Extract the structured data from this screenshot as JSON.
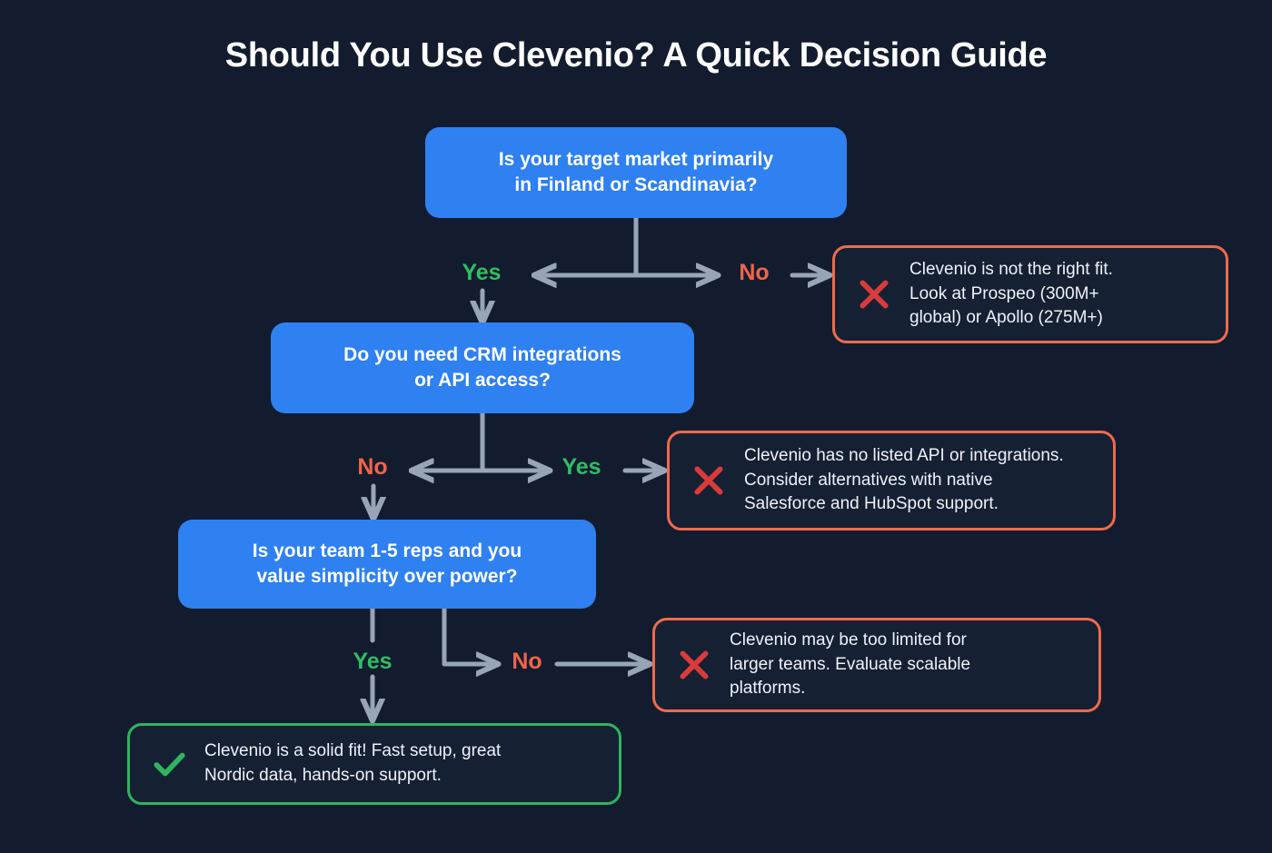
{
  "title": "Should You Use Clevenio? A Quick Decision Guide",
  "colors": {
    "background": "#131c2e",
    "decision_blue": "#2f80f0",
    "negative_border": "#ef6a4c",
    "negative_icon": "#d93b3b",
    "positive_border": "#2fb45f",
    "positive_icon": "#2fb45f",
    "yes_label": "#2fbe63",
    "no_label": "#f06449",
    "connector": "#97a5b7",
    "text": "#ffffff"
  },
  "flow": {
    "decisions": [
      {
        "id": "decision-1",
        "text": "Is your target market primarily\nin Finland or Scandinavia?",
        "branches": [
          {
            "label": "Yes",
            "type": "yes",
            "leads_to": "decision-2"
          },
          {
            "label": "No",
            "type": "no",
            "leads_to": "outcome-1"
          }
        ]
      },
      {
        "id": "decision-2",
        "text": "Do you need CRM integrations\nor API access?",
        "branches": [
          {
            "label": "No",
            "type": "no",
            "leads_to": "decision-3"
          },
          {
            "label": "Yes",
            "type": "yes",
            "leads_to": "outcome-2"
          }
        ]
      },
      {
        "id": "decision-3",
        "text": "Is your team 1-5 reps and you\nvalue simplicity over power?",
        "branches": [
          {
            "label": "Yes",
            "type": "yes",
            "leads_to": "outcome-4"
          },
          {
            "label": "No",
            "type": "no",
            "leads_to": "outcome-3"
          }
        ]
      }
    ],
    "outcomes": [
      {
        "id": "outcome-1",
        "verdict": "negative",
        "icon": "cross-icon",
        "text": "Clevenio is not the right fit.\nLook at Prospeo (300M+\nglobal) or Apollo (275M+)"
      },
      {
        "id": "outcome-2",
        "verdict": "negative",
        "icon": "cross-icon",
        "text": "Clevenio has no listed API or integrations.\nConsider alternatives with native\nSalesforce and HubSpot support."
      },
      {
        "id": "outcome-3",
        "verdict": "negative",
        "icon": "cross-icon",
        "text": "Clevenio may be too limited for\nlarger teams. Evaluate scalable\nplatforms."
      },
      {
        "id": "outcome-4",
        "verdict": "positive",
        "icon": "check-icon",
        "text": "Clevenio is a solid fit! Fast setup, great\nNordic data, hands-on support."
      }
    ],
    "branch_labels": {
      "yes_1": "Yes",
      "no_1": "No",
      "no_2": "No",
      "yes_2": "Yes",
      "yes_3": "Yes",
      "no_3": "No"
    }
  }
}
